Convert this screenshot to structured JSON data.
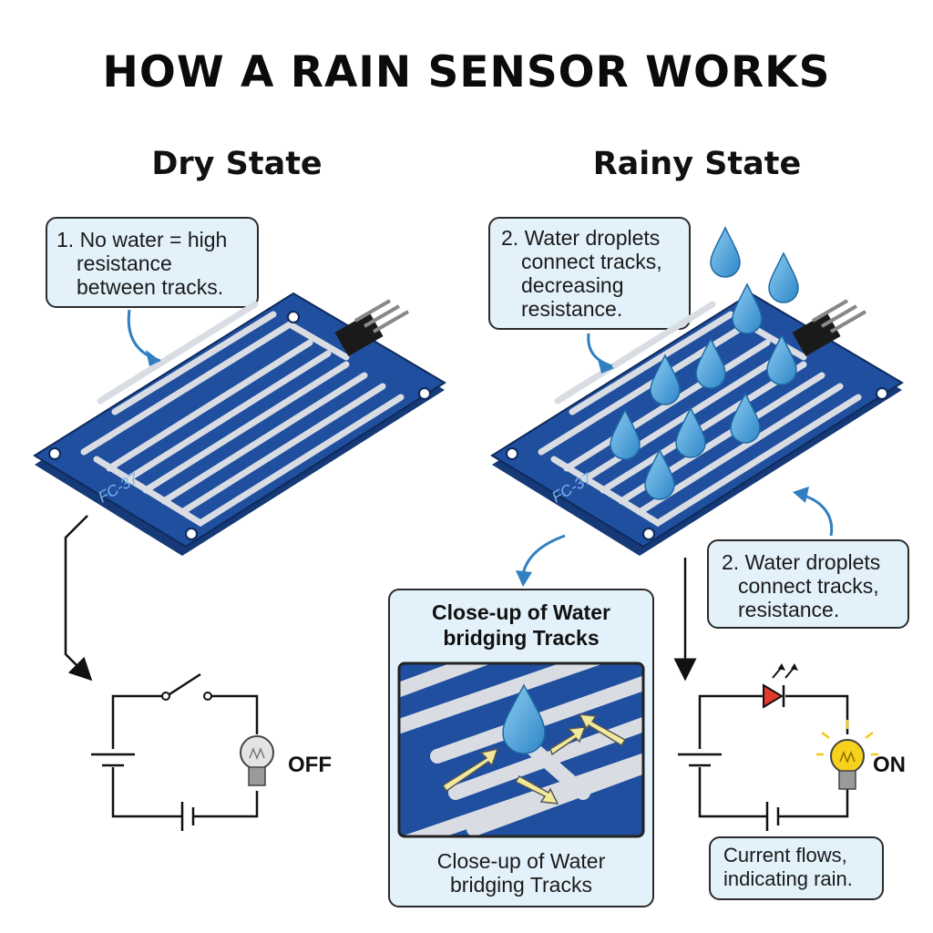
{
  "title": "HOW A RAIN SENSOR WORKS",
  "dry": {
    "heading": "Dry State",
    "callout_lines": [
      "1. No water = high",
      "resistance",
      "between tracks."
    ],
    "board_label": "FC-37",
    "lamp_state": "OFF"
  },
  "rainy": {
    "heading": "Rainy State",
    "callout_lines": [
      "2. Water droplets",
      "connect tracks,",
      "decreasing",
      "resistance."
    ],
    "board_label": "FC-37",
    "side_callout_lines": [
      "2. Water droplets",
      "connect tracks,",
      "resistance."
    ],
    "closeup_title_lines": [
      "Close-up of Water",
      "bridging Tracks"
    ],
    "closeup_caption_lines": [
      "Close-up of Water",
      "bridging Tracks"
    ],
    "result_lines": [
      "Current flows,",
      "indicating rain."
    ],
    "lamp_state": "ON"
  },
  "colors": {
    "board": "#1f4f9e",
    "board_edge": "#163a78",
    "track": "#d9dde3",
    "callout_bg": "#e3f1fb",
    "drop": "#4da3dc",
    "led": "#e23b2e",
    "bulb_on": "#f2c81a",
    "arrow_blue": "#2f7fc1",
    "current_arrow": "#f1ea9a"
  }
}
